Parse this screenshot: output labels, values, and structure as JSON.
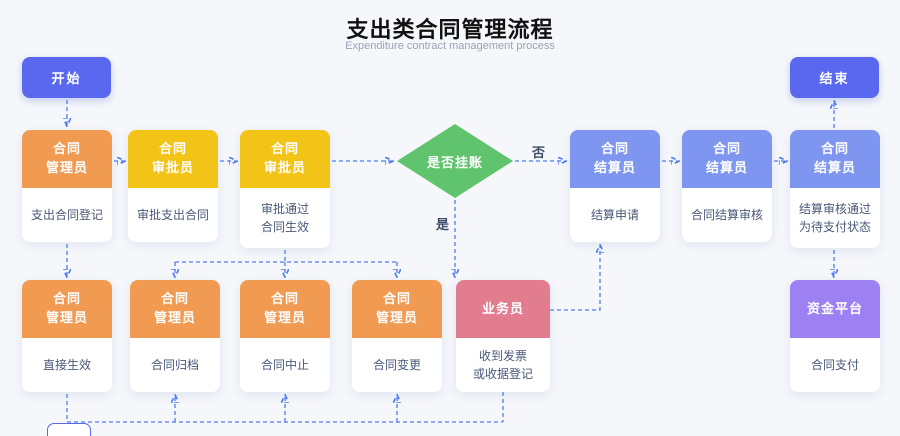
{
  "title": {
    "main": "支出类合同管理流程",
    "subtitle": "Expenditure contract management process"
  },
  "terminals": {
    "start": "开始",
    "end": "结束"
  },
  "decision": {
    "label": "是否挂账",
    "yes": "是",
    "no": "否"
  },
  "cards": [
    {
      "role": "合同\n管理员",
      "task": "支出合同登记"
    },
    {
      "role": "合同\n审批员",
      "task": "审批支出合同"
    },
    {
      "role": "合同\n审批员",
      "task": "审批通过\n合同生效"
    },
    {
      "role": "合同\n结算员",
      "task": "结算申请"
    },
    {
      "role": "合同\n结算员",
      "task": "合同结算审核"
    },
    {
      "role": "合同\n结算员",
      "task": "结算审核通过\n为待支付状态"
    },
    {
      "role": "合同\n管理员",
      "task": "直接生效"
    },
    {
      "role": "合同\n管理员",
      "task": "合同归档"
    },
    {
      "role": "合同\n管理员",
      "task": "合同中止"
    },
    {
      "role": "合同\n管理员",
      "task": "合同变更"
    },
    {
      "role": "业务员",
      "task": "收到发票\n或收据登记"
    },
    {
      "role": "资金平台",
      "task": "合同支付"
    }
  ],
  "colors": {
    "orange_header": "#f09a52",
    "yellow_header": "#f3c418",
    "blue_header": "#7e96f0",
    "pink_header": "#e27d90",
    "purple_header": "#9d80f2",
    "diamond_green": "#5fc46d",
    "terminal_blue": "#5a68f0",
    "connector_blue": "#4e7cf2",
    "background": "#f5f7fb"
  }
}
